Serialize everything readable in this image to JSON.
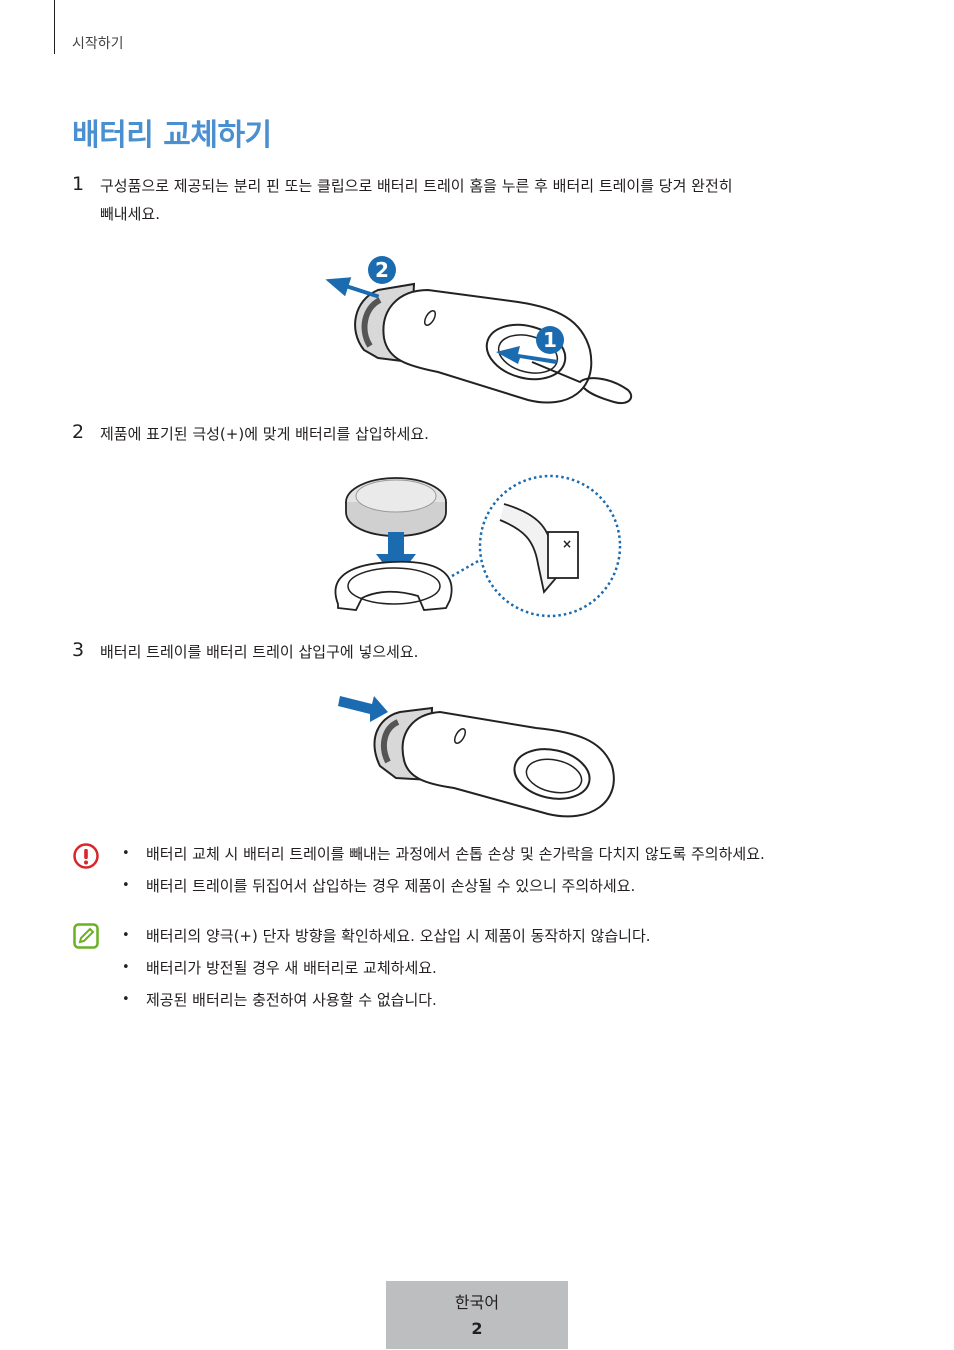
{
  "header": {
    "section": "시작하기"
  },
  "title": "배터리 교체하기",
  "steps": [
    {
      "num": "1",
      "line1": "구성품으로 제공되는 분리 핀 또는 클립으로 배터리 트레이 홈을 누른 후 배터리 트레이를 당겨 완전히",
      "line2": "빼내세요."
    },
    {
      "num": "2",
      "line1": "제품에 표기된 극성(+)에 맞게 배터리를 삽입하세요."
    },
    {
      "num": "3",
      "line1": "배터리 트레이를 배터리 트레이 삽입구에 넣으세요."
    }
  ],
  "figure1": {
    "callout_a": "2",
    "callout_b": "1"
  },
  "caution": [
    "배터리 교체 시 배터리 트레이를 빼내는 과정에서 손톱 손상 및 손가락을 다치지 않도록 주의하세요.",
    "배터리 트레이를 뒤집어서 삽입하는 경우 제품이 손상될 수 있으니 주의하세요."
  ],
  "notes": [
    "배터리의 양극(+) 단자 방향을 확인하세요. 오삽입 시 제품이 동작하지 않습니다.",
    "배터리가 방전될 경우 새 배터리로 교체하세요.",
    "제공된 배터리는 충전하여 사용할 수 없습니다."
  ],
  "footer": {
    "language": "한국어",
    "page": "2"
  },
  "colors": {
    "accent": "#4a8fd0",
    "arrow": "#1a6bb0",
    "caution": "#d9262a",
    "note": "#6ab023",
    "footer_bg": "#bcbec0"
  }
}
